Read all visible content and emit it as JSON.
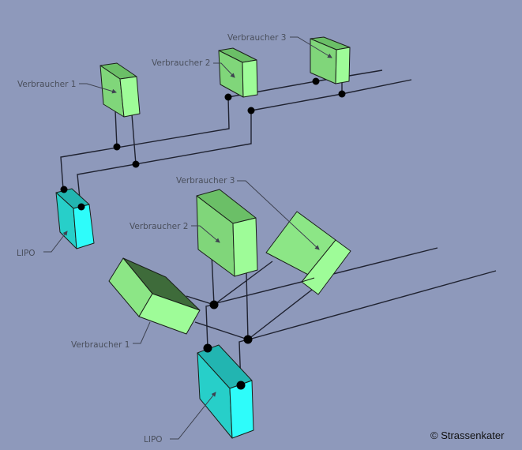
{
  "diagram": {
    "colors": {
      "background": "#8e99bb",
      "consumer_front": "#80d67a",
      "consumer_side": "#9efc98",
      "consumer_top": "#6bbf67",
      "consumer_dark_top": "#3e6b3a",
      "battery_front": "#27cfc9",
      "battery_side": "#2efcfa",
      "battery_top": "#22b5b1",
      "wire": "#1f2230",
      "node": "#000000"
    },
    "top_view": {
      "labels": {
        "consumer1": "Verbraucher 1",
        "consumer2": "Verbraucher 2",
        "consumer3": "Verbraucher 3",
        "battery": "LIPO"
      }
    },
    "bottom_view": {
      "labels": {
        "consumer1": "Verbraucher 1",
        "consumer2": "Verbraucher 2",
        "consumer3": "Verbraucher 3",
        "battery": "LIPO"
      }
    },
    "copyright": "© Strassenkater"
  }
}
